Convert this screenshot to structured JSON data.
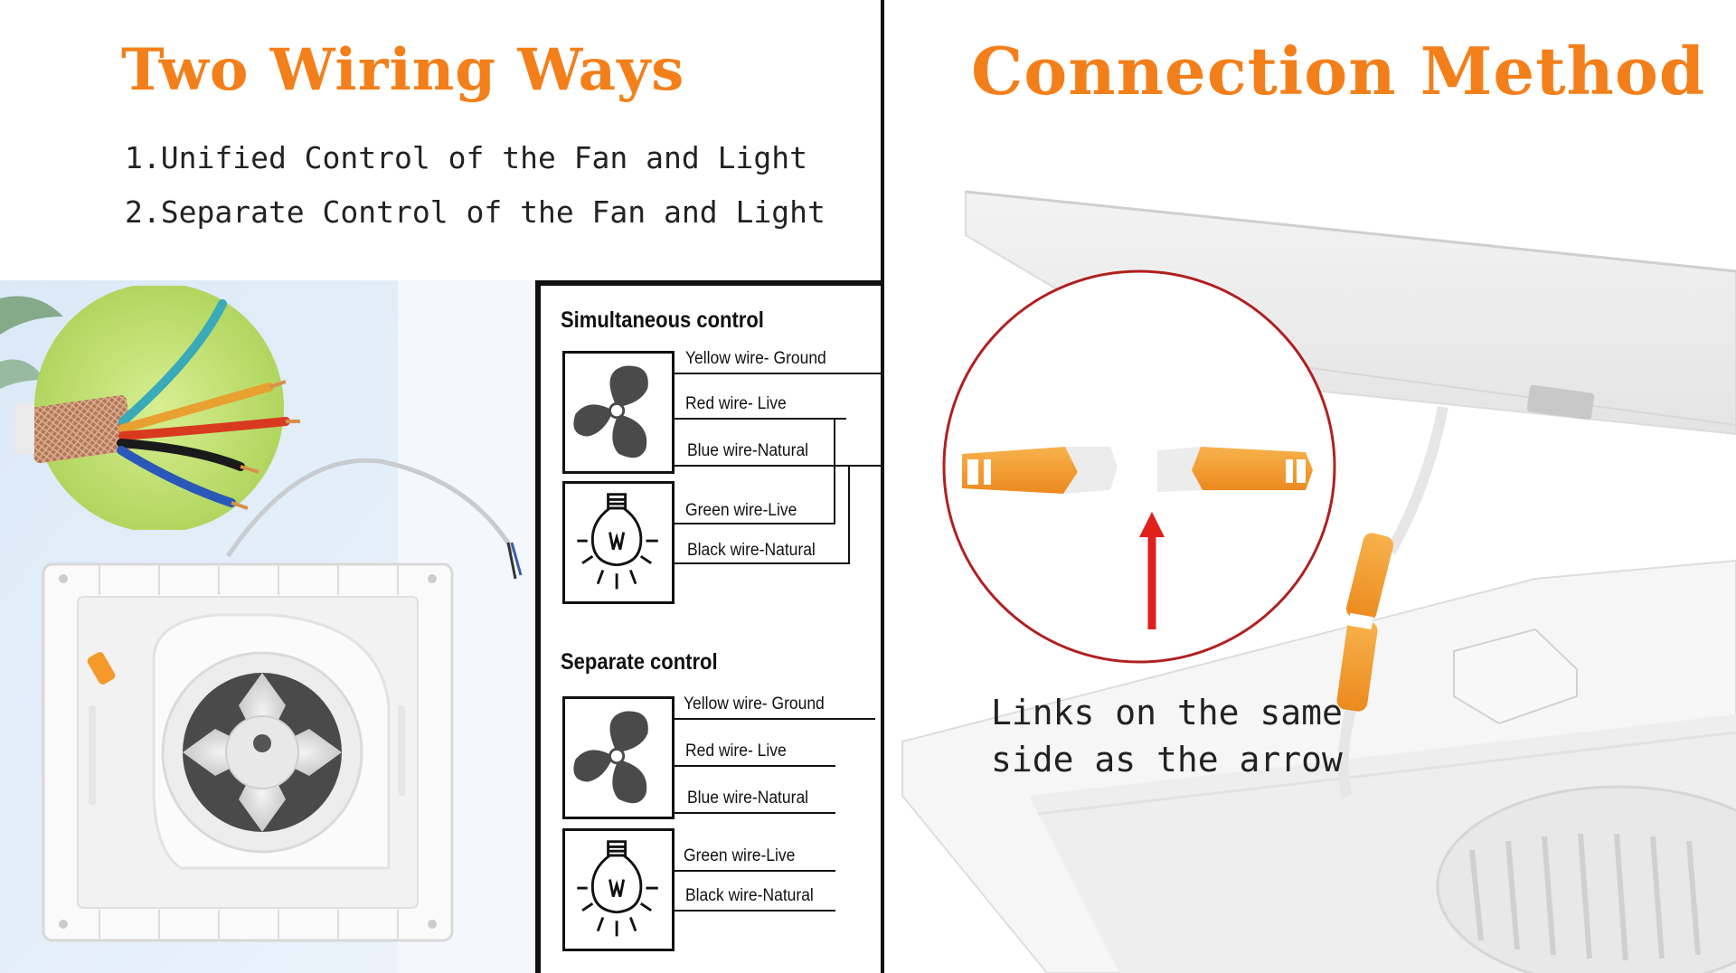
{
  "left_panel": {
    "title": "Two Wiring Ways",
    "methods": [
      "1.Unified Control of the Fan and Light",
      "2.Separate Control of the Fan and Light"
    ]
  },
  "schematic": {
    "sections": [
      {
        "title": "Simultaneous control",
        "wires": [
          "Yellow wire- Ground",
          "Red wire- Live",
          "Blue wire-Natural",
          "Green wire-Live",
          "Black wire-Natural"
        ]
      },
      {
        "title": "Separate control",
        "wires": [
          "Yellow wire- Ground",
          "Red wire- Live",
          "Blue wire-Natural",
          "Green wire-Live",
          "Black wire-Natural"
        ]
      }
    ],
    "icons": [
      "fan-icon",
      "bulb-icon"
    ]
  },
  "right_panel": {
    "title": "Connection Method",
    "note": [
      "Links on the same",
      "side as the arrow"
    ]
  },
  "colors": {
    "title_orange": "#f37f1a",
    "connector_orange": "#f39a2a",
    "arrow_red": "#e0201a",
    "circle_outline": "#b02020"
  }
}
